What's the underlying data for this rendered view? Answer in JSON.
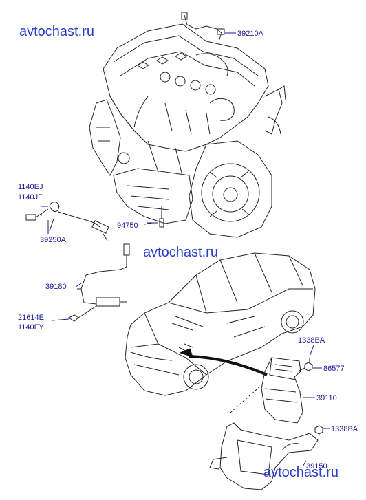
{
  "watermarks": [
    "avtochast.ru",
    "avtochast.ru",
    "avtochast.ru"
  ],
  "parts": {
    "p39210A": "39210A",
    "p1140EJ": "1140EJ",
    "p1140JF": "1140JF",
    "p39250A": "39250A",
    "p94750": "94750",
    "p39180": "39180",
    "p21614E": "21614E",
    "p1140FY": "1140FY",
    "p1338BA_top": "1338BA",
    "p86577": "86577",
    "p39110": "39110",
    "p1338BA_bot": "1338BA",
    "p39150": "39150"
  },
  "colors": {
    "label": "#1a1a9a",
    "watermark": "#2a3fd0",
    "line": "#222222"
  }
}
